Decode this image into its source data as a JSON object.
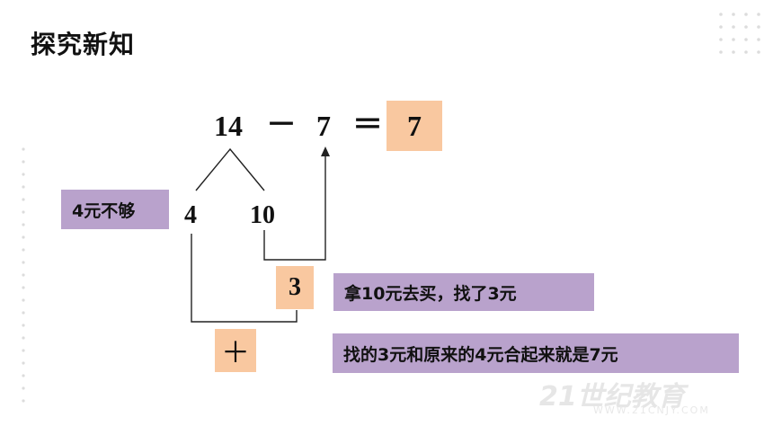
{
  "slide": {
    "title": "探究新知",
    "equation": {
      "minuend": "14",
      "minus": "－",
      "subtrahend": "7",
      "equals": "＝",
      "result": "7"
    },
    "split": {
      "left": "4",
      "right": "10"
    },
    "change": "3",
    "plus": "＋",
    "notes": {
      "not_enough": "4元不够",
      "buy": "拿10元去买，找了3元",
      "combine": "找的3元和原来的4元合起来就是7元"
    },
    "watermark": {
      "brand": "21世纪教育",
      "site": "WWW.21CNJY.COM"
    },
    "colors": {
      "peach": "#f9c8a0",
      "purple": "#b9a2cc"
    }
  }
}
